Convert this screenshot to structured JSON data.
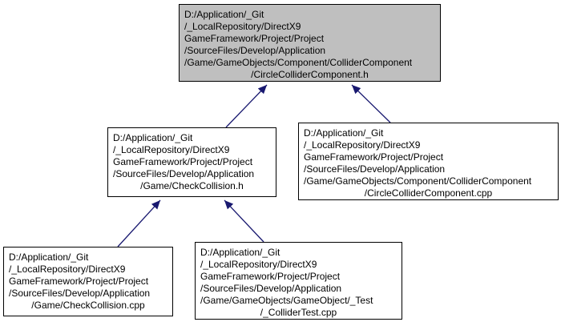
{
  "colors": {
    "root_fill": "#bfbfbf",
    "node_fill": "#ffffff",
    "border": "#000000",
    "edge": "#191970"
  },
  "nodes": {
    "root": {
      "lines": [
        "D:/Application/_Git",
        "/_LocalRepository/DirectX9",
        "GameFramework/Project/Project",
        "/SourceFiles/Develop/Application",
        "/Game/GameObjects/Component/ColliderComponent",
        "/CircleColliderComponent.h"
      ]
    },
    "check_collision_h": {
      "lines": [
        "D:/Application/_Git",
        "/_LocalRepository/DirectX9",
        "GameFramework/Project/Project",
        "/SourceFiles/Develop/Application",
        "/Game/CheckCollision.h"
      ]
    },
    "circle_collider_cpp": {
      "lines": [
        "D:/Application/_Git",
        "/_LocalRepository/DirectX9",
        "GameFramework/Project/Project",
        "/SourceFiles/Develop/Application",
        "/Game/GameObjects/Component/ColliderComponent",
        "/CircleColliderComponent.cpp"
      ]
    },
    "check_collision_cpp": {
      "lines": [
        "D:/Application/_Git",
        "/_LocalRepository/DirectX9",
        "GameFramework/Project/Project",
        "/SourceFiles/Develop/Application",
        "/Game/CheckCollision.cpp"
      ]
    },
    "collider_test_cpp": {
      "lines": [
        "D:/Application/_Git",
        "/_LocalRepository/DirectX9",
        "GameFramework/Project/Project",
        "/SourceFiles/Develop/Application",
        "/Game/GameObjects/GameObject/_Test",
        "/_ColliderTest.cpp"
      ]
    }
  }
}
